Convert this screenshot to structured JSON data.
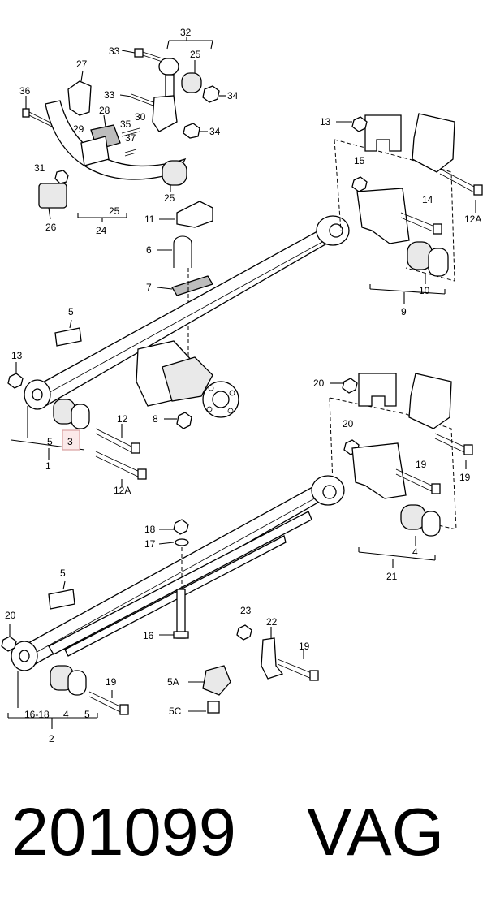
{
  "callouts": {
    "c32": "32",
    "c33a": "33",
    "c25a": "25",
    "c27": "27",
    "c36": "36",
    "c33b": "33",
    "c34a": "34",
    "c28": "28",
    "c35": "35",
    "c30": "30",
    "c29": "29",
    "c37": "37",
    "c34b": "34",
    "c31": "31",
    "c26": "26",
    "c25b": "25",
    "c24": "24",
    "c25c": "25",
    "c11": "11",
    "c13a": "13",
    "c15": "15",
    "c14": "14",
    "c12Aa": "12A",
    "c10": "10",
    "c9": "9",
    "c6": "6",
    "c7": "7",
    "c5a": "5",
    "c13b": "13",
    "c8": "8",
    "c12": "12",
    "c5b": "5",
    "c3": "3",
    "c1": "1",
    "c12Ab": "12A",
    "c20a": "20",
    "c20b": "20",
    "c19a": "19",
    "c19b": "19",
    "c4a": "4",
    "c21": "21",
    "c18": "18",
    "c17": "17",
    "c5c": "5",
    "c16": "16",
    "c20c": "20",
    "c23": "23",
    "c22": "22",
    "c19c": "19",
    "c5A": "5A",
    "c5C": "5C",
    "c19d": "19",
    "c1618": "16-18",
    "c4b": "4",
    "c5d": "5",
    "c2": "2"
  },
  "highlighted_callout": "3",
  "highlight_color": "#fbe9e9",
  "footer": {
    "part_number": "201099",
    "brand": "VAG"
  }
}
